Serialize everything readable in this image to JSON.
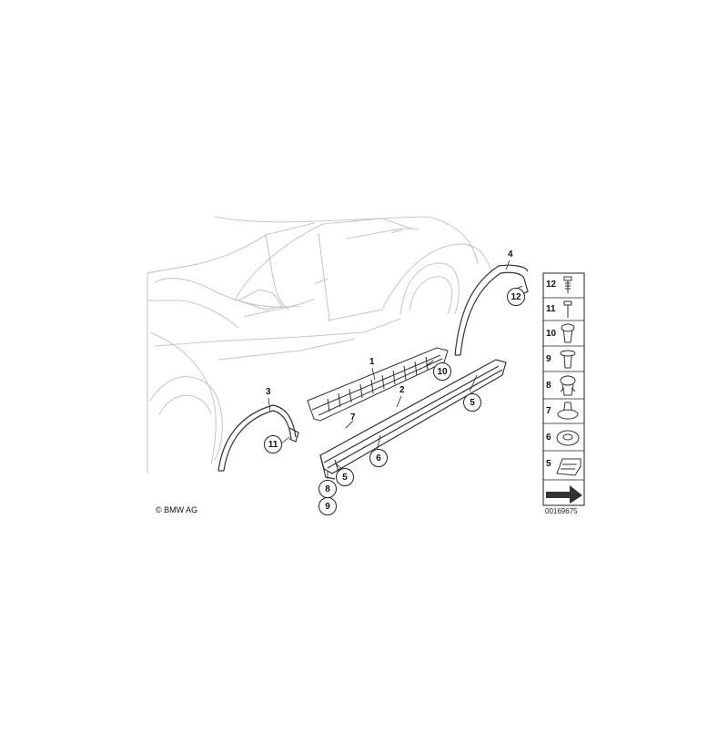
{
  "callouts": {
    "plain": [
      "1",
      "2",
      "3",
      "4",
      "7"
    ],
    "circled": [
      "10",
      "5",
      "11",
      "6",
      "5",
      "8",
      "9",
      "12"
    ]
  },
  "legend": {
    "numbers": [
      "12",
      "11",
      "10",
      "9",
      "8",
      "7",
      "6",
      "5"
    ]
  },
  "copyright": "© BMW AG",
  "catalog_number": "00169675",
  "colors": {
    "car_outline": "#c8c8c8",
    "part_outline": "#333333",
    "background": "#ffffff"
  }
}
